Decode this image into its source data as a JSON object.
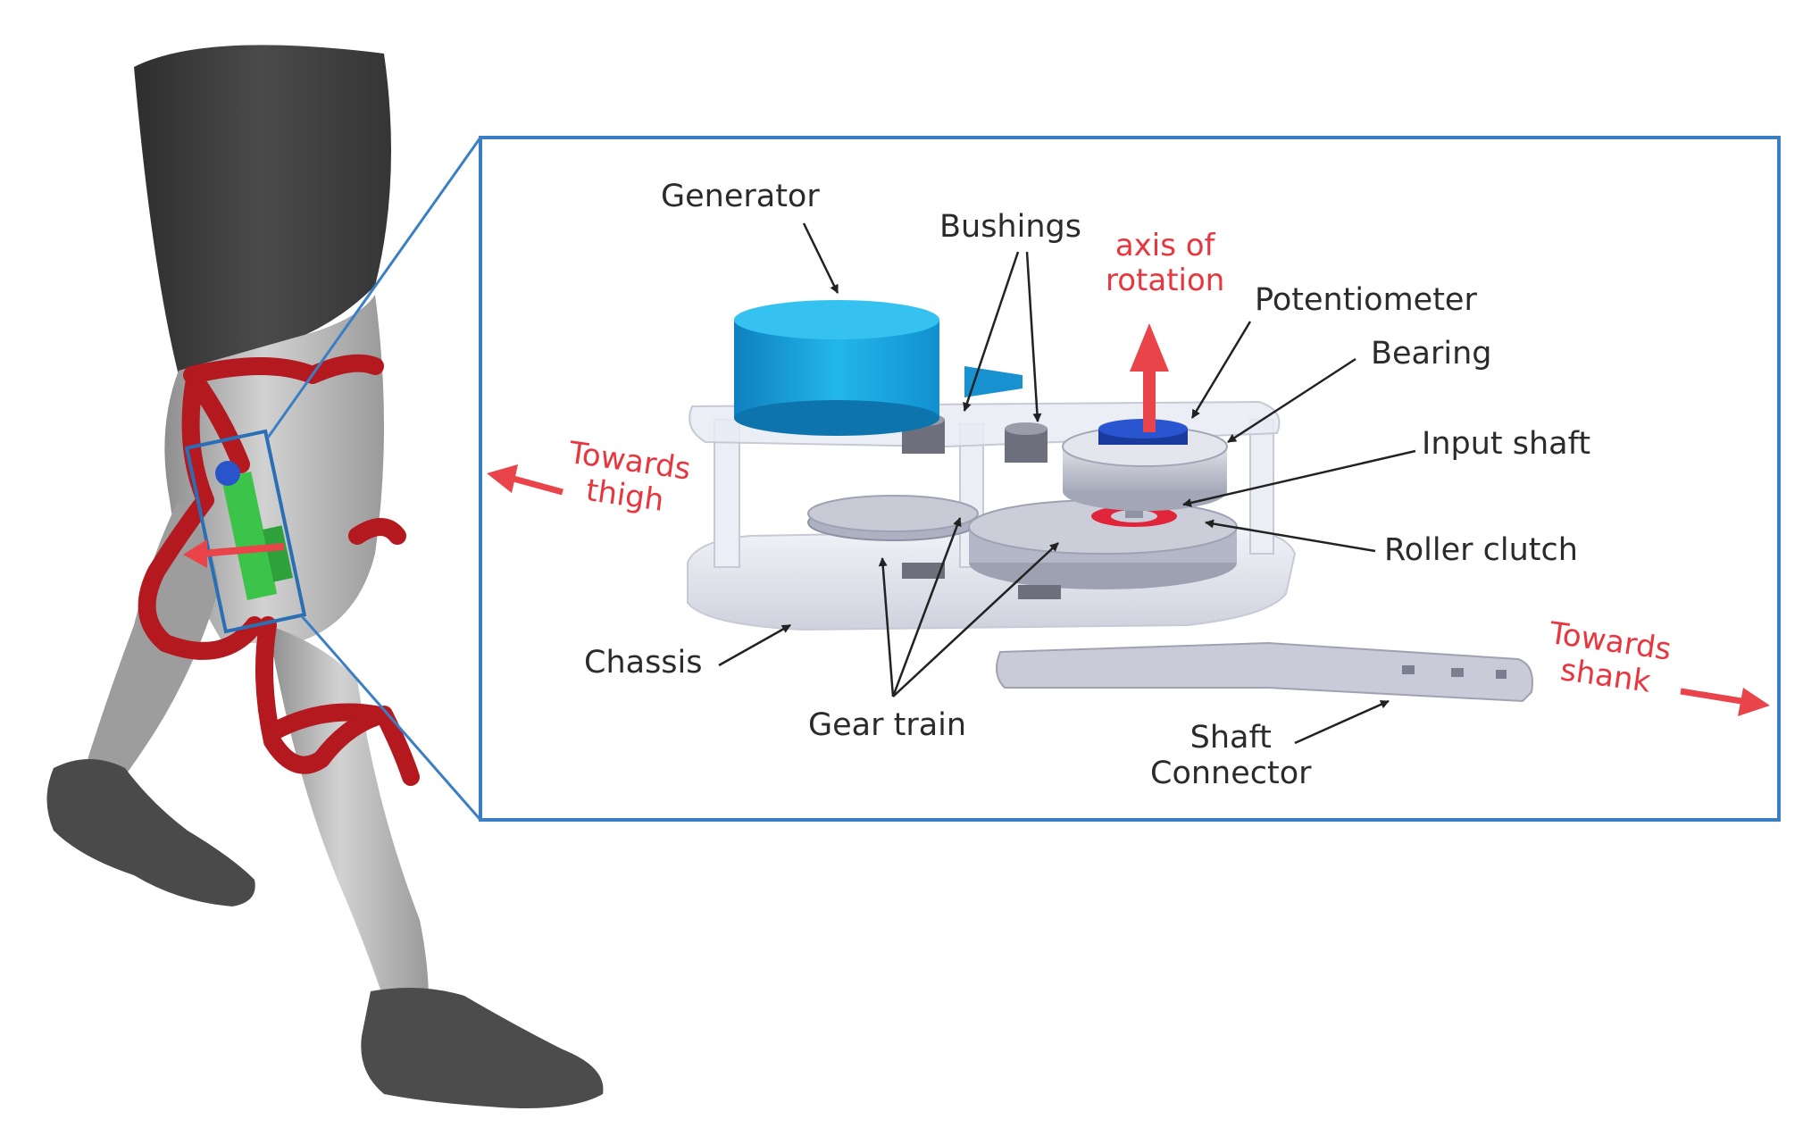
{
  "colors": {
    "inset_border": "#3a7fc4",
    "arrow_red": "#e8444a",
    "brace_red": "#b3191e",
    "generator_blue": "#1aa2dc",
    "gear_grey": "#b9bcc8",
    "chassis": "#e6e8f0",
    "skin": "#b7b7b7",
    "shorts": "#3b3b3b",
    "shoe": "#4a4a4a",
    "device_green": "#3cc34a"
  },
  "icons": [
    "generator-icon",
    "gear-icon",
    "arrow-icon"
  ],
  "labels": {
    "generator": "Generator",
    "bushings": "Bushings",
    "axis_line1": "axis of",
    "axis_line2": "rotation",
    "potentiometer": "Potentiometer",
    "bearing": "Bearing",
    "input_shaft": "Input shaft",
    "roller_clutch": "Roller clutch",
    "towards_thigh_line1": "Towards",
    "towards_thigh_line2": "thigh",
    "chassis": "Chassis",
    "gear_train": "Gear train",
    "towards_shank_line1": "Towards",
    "towards_shank_line2": "shank",
    "shaft_line1": "Shaft",
    "shaft_line2": "Connector"
  }
}
